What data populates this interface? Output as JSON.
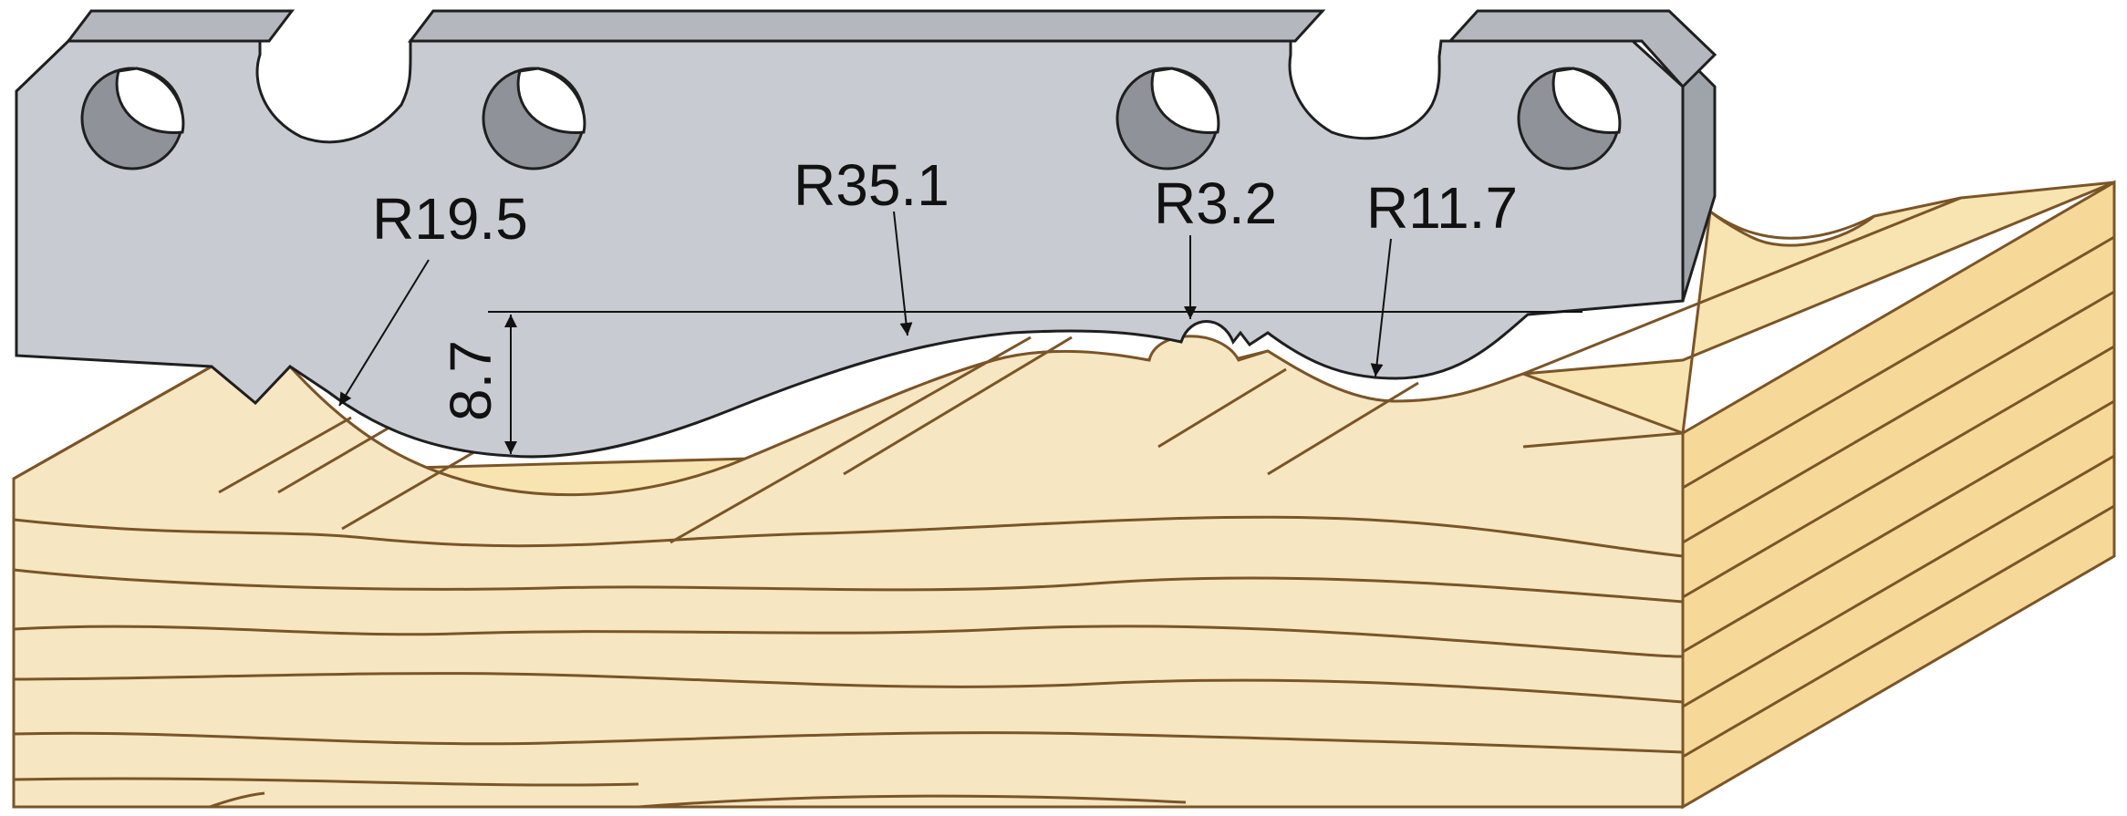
{
  "diagram": {
    "labels": {
      "r19_5": "R19.5",
      "r35_1": "R35.1",
      "r3_2": "R3.2",
      "r11_7": "R11.7",
      "height_8_7": "8.7"
    },
    "colors": {
      "knife_face": "#c8cbd1",
      "knife_side": "#9fa3aa",
      "knife_top": "#b4b7bd",
      "knife_outline": "#1f1f1f",
      "hole_fill": "#8f9399",
      "hole_inner": "#ffffff",
      "wood_front": "#f7e6c2",
      "wood_top": "#f8e4b0",
      "wood_side": "#f6d898",
      "grain": "#7a5528",
      "dimension_line": "#111111"
    }
  }
}
